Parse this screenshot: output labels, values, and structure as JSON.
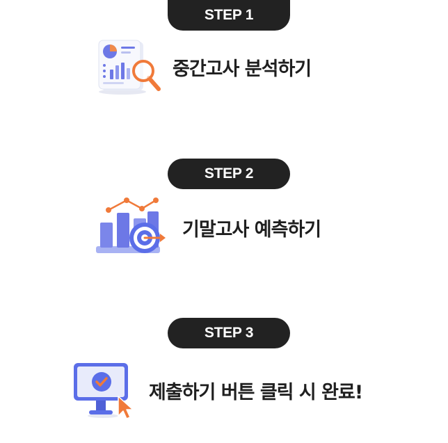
{
  "steps": [
    {
      "badge": "STEP 1",
      "label": "중간고사 분석하기",
      "icon": "report-magnifier-icon"
    },
    {
      "badge": "STEP 2",
      "label": "기말고사 예측하기",
      "icon": "chart-target-icon"
    },
    {
      "badge": "STEP 3",
      "label": "제출하기 버튼 클릭 시 완료!",
      "icon": "monitor-check-cursor-icon"
    }
  ],
  "colors": {
    "badge_bg": "#222222",
    "badge_text": "#ffffff",
    "label_text": "#1f1f1f",
    "accent_blue": "#5b6ee8",
    "accent_orange": "#f07a3a"
  }
}
